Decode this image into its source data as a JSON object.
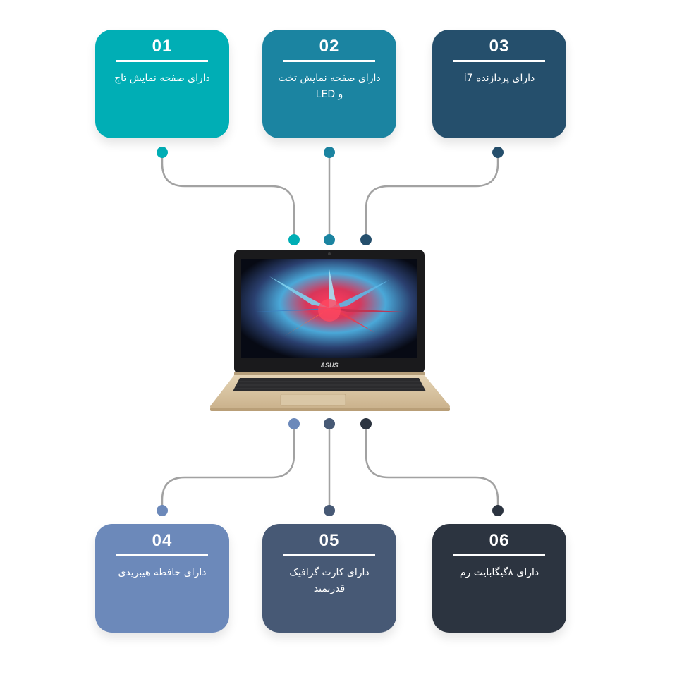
{
  "features": [
    {
      "number": "01",
      "text": "دارای صفحه نمایش تاچ",
      "color": "#00aeb5"
    },
    {
      "number": "02",
      "text": "دارای صفحه نمایش تخت و LED",
      "color": "#1b84a1"
    },
    {
      "number": "03",
      "text": "دارای پردازنده i7",
      "color": "#254f6c"
    },
    {
      "number": "04",
      "text": "دارای حافظه هیبریدی",
      "color": "#6c89ba"
    },
    {
      "number": "05",
      "text": "دارای کارت گرافیک قدرتمند",
      "color": "#475975"
    },
    {
      "number": "06",
      "text": "دارای ۸گیگابایت رم",
      "color": "#2c3440"
    }
  ],
  "laptop": {
    "brand": "ASUS"
  },
  "colors": {
    "connector_line": "#a2a2a2",
    "laptop_body": "#d8c4a2"
  }
}
